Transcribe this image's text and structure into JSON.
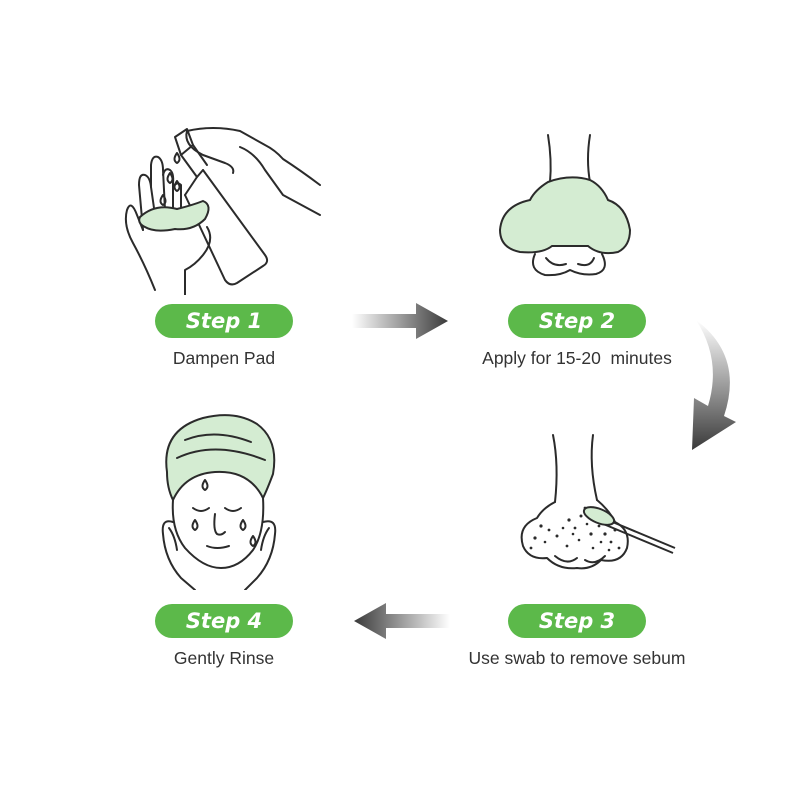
{
  "colors": {
    "accent": "#5cb94a",
    "fill": "#d4ecd2",
    "line": "#2b2b2b"
  },
  "steps": [
    {
      "badge": "Step 1",
      "caption": "Dampen Pad",
      "icon": "hand-spray-bottle-icon"
    },
    {
      "badge": "Step 2",
      "caption": "Apply for 15-20  minutes",
      "icon": "nose-strip-icon"
    },
    {
      "badge": "Step 3",
      "caption": "Use swab to remove sebum",
      "icon": "nose-swab-icon"
    },
    {
      "badge": "Step 4",
      "caption": "Gently Rinse",
      "icon": "face-rinse-icon"
    }
  ],
  "arrows": [
    "arrow-right-icon",
    "arrow-curved-down-icon",
    "arrow-left-icon"
  ]
}
